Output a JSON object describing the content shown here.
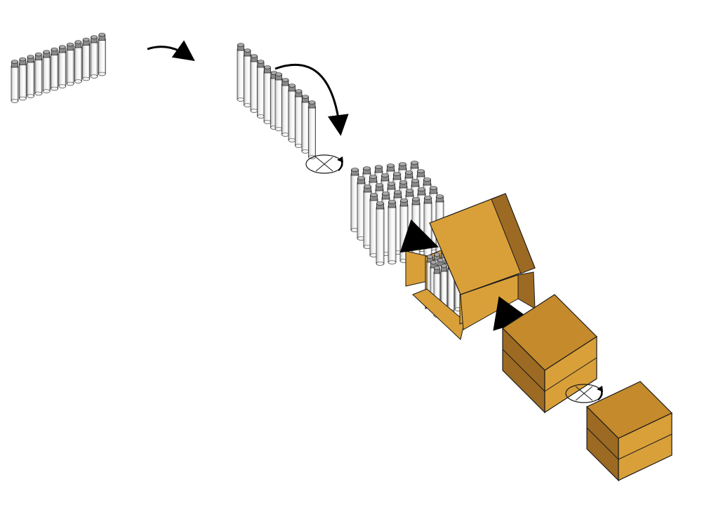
{
  "diagram": {
    "description_text": "",
    "stages": [
      {
        "id": "single-row",
        "bottles_per_row": 12,
        "rows": 1
      },
      {
        "id": "double-row",
        "bottles_per_row": 6,
        "rows": 2
      },
      {
        "id": "bottle-grid",
        "cols": 6,
        "rows": 5
      },
      {
        "id": "open-box-loading"
      },
      {
        "id": "closed-box"
      },
      {
        "id": "rotated-closed-box"
      }
    ],
    "colors": {
      "bottle_body": "#f2f2f2",
      "bottle_shadow": "#bdbdbd",
      "bottle_cap": "#8a8a8a",
      "cap_top": "#a8a8a8",
      "box_front": "#d9a03a",
      "box_side": "#9c6a22",
      "box_top": "#c48a2c",
      "box_inner": "#e0a846",
      "outline": "#1a1a1a",
      "arrow": "#000000"
    }
  }
}
